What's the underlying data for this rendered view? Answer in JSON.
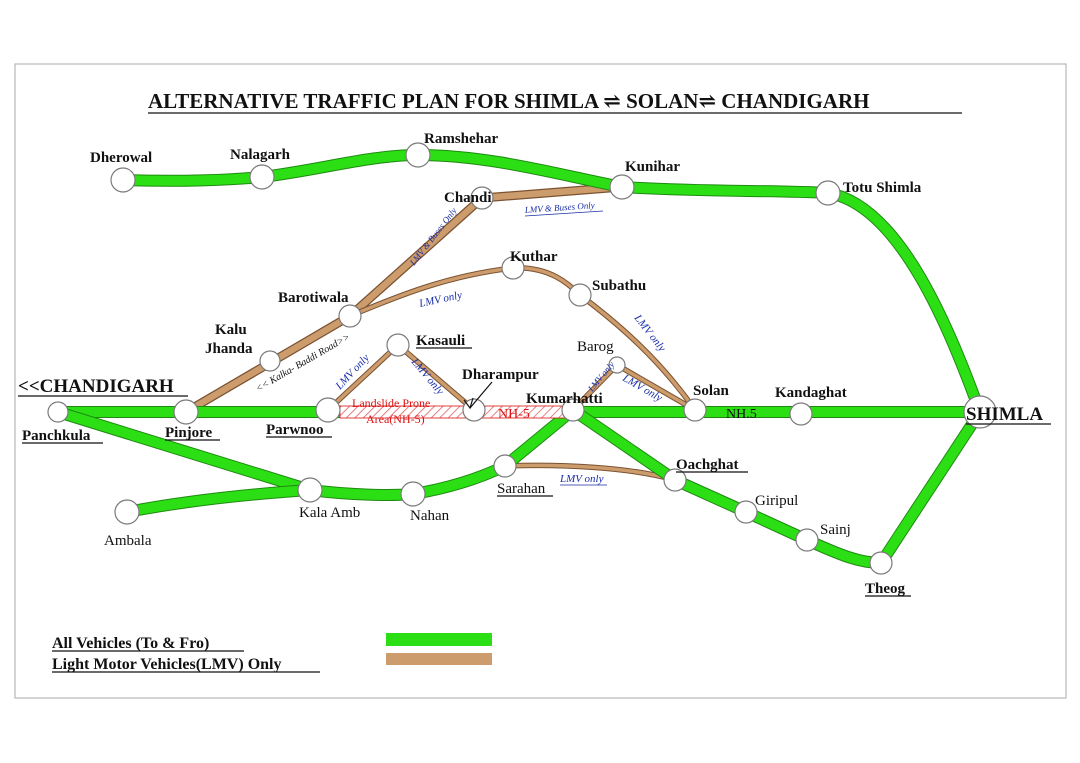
{
  "title": "ALTERNATIVE TRAFFIC PLAN FOR  SHIMLA ⇌ SOLAN⇌ CHANDIGARH",
  "places": {
    "dherowal": "Dherowal",
    "nalagarh": "Nalagarh",
    "ramshehar": "Ramshehar",
    "kunihar": "Kunihar",
    "totu_shimla": "Totu Shimla",
    "chandi": "Chandi",
    "kuthar": "Kuthar",
    "subathu": "Subathu",
    "barotiwala": "Barotiwala",
    "kalu": "Kalu",
    "jhanda": "Jhanda",
    "kasauli": "Kasauli",
    "barog": "Barog",
    "dharampur": "Dharampur",
    "kumarhatti": "Kumarhatti",
    "solan": "Solan",
    "kandaghat": "Kandaghat",
    "chandigarh": "<<CHANDIGARH",
    "shimla": "SHIMLA",
    "panchkula": "Panchkula",
    "pinjore": "Pinjore",
    "parwnoo": "Parwnoo",
    "oachghat": "Oachghat",
    "sarahan": "Sarahan",
    "giripul": "Giripul",
    "sainj": "Sainj",
    "kala_amb": "Kala Amb",
    "nahan": "Nahan",
    "ambala": "Ambala",
    "theog": "Theog"
  },
  "road_notes": {
    "lmv_buses_diag": "LMV & Buses Only",
    "lmv_buses_top": "LMV  & Buses Only",
    "lmv_only_kuthar": "LMV only",
    "kalka_baddi": "<< Kalka- Baddi Road>>",
    "lmv_only_kasauli_up": "LMV only",
    "lmv_only_kasauli_down": "LMV only",
    "lmv_only_subathu": "LMV only",
    "lmv_only_barog_1": "LMV only",
    "lmv_only_barog_2": "LMV only",
    "lmv_only_oachghat": "LMV only",
    "landslide_1": "Landslide Prone",
    "landslide_2": "Area(NH-5)",
    "nh5_red": "NH-5",
    "nh5": "NH.5"
  },
  "legend": {
    "all_vehicles": "All  Vehicles (To & Fro)",
    "lmv": "Light Motor Vehicles(LMV) Only",
    "all_vehicles_color": "#2bdf14",
    "lmv_color": "#cc9c6c"
  },
  "colors": {
    "all_vehicles_road": "#2bdf14",
    "lmv_road": "#cc9c6c",
    "landslide": "#d11111",
    "notes": "#1a2ea8"
  }
}
